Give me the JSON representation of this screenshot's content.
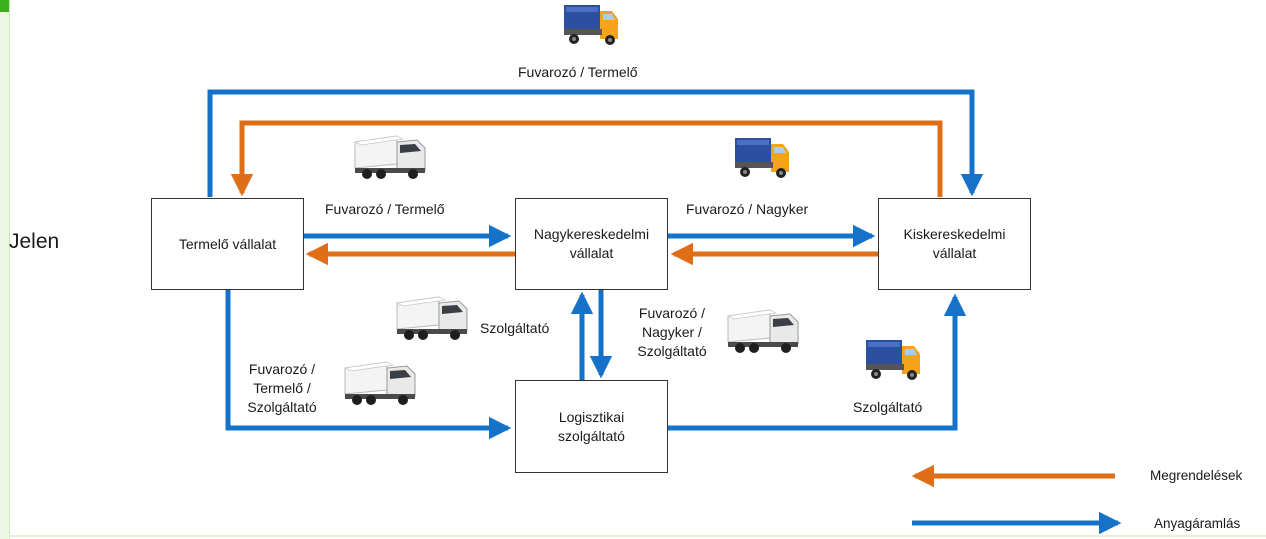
{
  "side_label": "Jelen",
  "boxes": {
    "producer": "Termelő vállalat",
    "wholesale": "Nagykereskedelmi vállalat",
    "retail": "Kiskereskedelmi vállalat",
    "logistics": "Logisztikai szolgáltató"
  },
  "labels": {
    "top": "Fuvarozó / Termelő",
    "producer_wholesale": "Fuvarozó / Termelő",
    "wholesale_retail": "Fuvarozó / Nagyker",
    "service_left": "Szolgáltató",
    "service_mid": "Fuvarozó / Nagyker / Szolgáltató",
    "service_lower_left": "Fuvarozó / Termelő / Szolgáltató",
    "service_right": "Szolgáltató"
  },
  "legend": {
    "orders": "Megrendelések",
    "material_flow": "Anyagáramlás"
  },
  "colors": {
    "orders": "#e06d18",
    "material_flow": "#1671c9",
    "truck_cab": "#f6a21a",
    "truck_blue": "#2c4fa0"
  },
  "icons": [
    "truck-blue-icon",
    "truck-white-icon"
  ]
}
